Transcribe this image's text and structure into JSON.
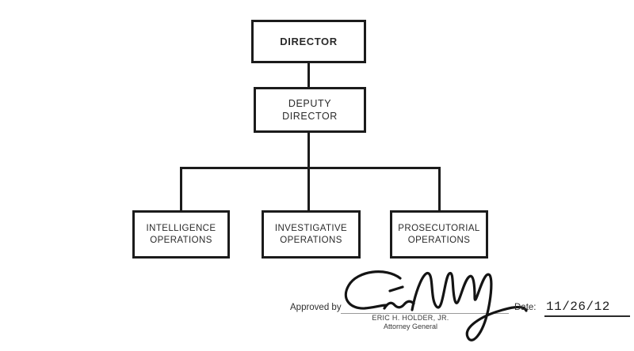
{
  "page": {
    "background_color": "#ffffff",
    "ink_color": "#1b1b1b"
  },
  "chart": {
    "type": "org-chart",
    "nodes": {
      "director": {
        "label": "DIRECTOR"
      },
      "deputy": {
        "line1": "DEPUTY",
        "line2": "DIRECTOR"
      },
      "intelligence": {
        "line1": "INTELLIGENCE",
        "line2": "OPERATIONS"
      },
      "investigative": {
        "line1": "INVESTIGATIVE",
        "line2": "OPERATIONS"
      },
      "prosecutorial": {
        "line1": "PROSECUTORIAL",
        "line2": "OPERATIONS"
      }
    },
    "edges": [
      {
        "from": "DIRECTOR",
        "to": "DEPUTY DIRECTOR"
      },
      {
        "from": "DEPUTY DIRECTOR",
        "to": "INTELLIGENCE OPERATIONS"
      },
      {
        "from": "DEPUTY DIRECTOR",
        "to": "INVESTIGATIVE OPERATIONS"
      },
      {
        "from": "DEPUTY DIRECTOR",
        "to": "PROSECUTORIAL OPERATIONS"
      }
    ]
  },
  "approval": {
    "approved_by_label": "Approved by",
    "signature_icon": "handwritten-signature",
    "signatory_name": "ERIC H. HOLDER, JR.",
    "signatory_title": "Attorney General",
    "date_label": "Date:",
    "date_value": "11/26/12"
  }
}
